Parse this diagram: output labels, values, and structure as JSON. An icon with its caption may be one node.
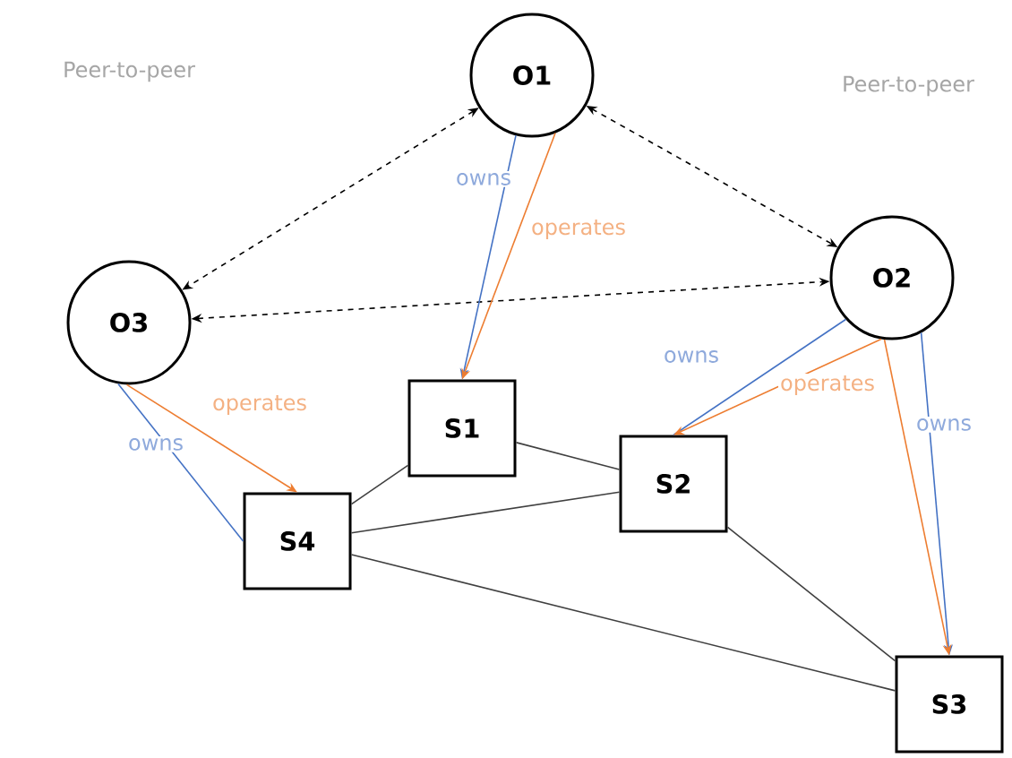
{
  "diagram": {
    "nodes": [
      {
        "text": [
          "O1"
        ]
      },
      {
        "text": [
          "O2"
        ]
      },
      {
        "text": [
          "O3"
        ]
      },
      {
        "text": [
          "S1"
        ]
      },
      {
        "text": [
          "S2"
        ]
      },
      {
        "text": [
          "S3"
        ]
      },
      {
        "text": [
          "S4"
        ]
      }
    ],
    "edges": [
      {
        "from": 0,
        "to": 2,
        "arrow": "both",
        "style": "dashed",
        "color": "#000000"
      },
      {
        "from": 0,
        "to": 1,
        "arrow": "both",
        "style": "dashed",
        "color": "#000000"
      },
      {
        "from": 2,
        "to": 1,
        "arrow": "both",
        "style": "dashed",
        "color": "#000000"
      },
      {
        "from": 0,
        "to": 3,
        "arrow": "to",
        "label": "owns",
        "color": "#4472c4"
      },
      {
        "from": 0,
        "to": 3,
        "arrow": "to",
        "label": "operates",
        "color": "#ed7d31"
      },
      {
        "from": 1,
        "to": 4,
        "arrow": "none",
        "label": "owns",
        "color": "#4472c4"
      },
      {
        "from": 1,
        "to": 4,
        "arrow": "to",
        "label": "operates",
        "color": "#ed7d31"
      },
      {
        "from": 1,
        "to": 5,
        "arrow": "to",
        "label": "owns",
        "color": "#4472c4"
      },
      {
        "from": 1,
        "to": 5,
        "arrow": "to",
        "color": "#ed7d31"
      },
      {
        "from": 2,
        "to": 6,
        "arrow": "to",
        "label": "operates",
        "color": "#ed7d31"
      },
      {
        "from": 2,
        "to": 6,
        "arrow": "none",
        "label": "owns",
        "color": "#4472c4"
      },
      {
        "from": 3,
        "to": 6,
        "arrow": "none",
        "color": "#404040"
      },
      {
        "from": 3,
        "to": 4,
        "arrow": "none",
        "color": "#404040"
      },
      {
        "from": 6,
        "to": 4,
        "arrow": "none",
        "color": "#404040"
      },
      {
        "from": 4,
        "to": 5,
        "arrow": "none",
        "color": "#404040"
      },
      {
        "from": 6,
        "to": 5,
        "arrow": "none",
        "color": "#404040"
      }
    ],
    "labels": [
      "Peer-to-peer",
      "Peer-to-peer"
    ]
  }
}
